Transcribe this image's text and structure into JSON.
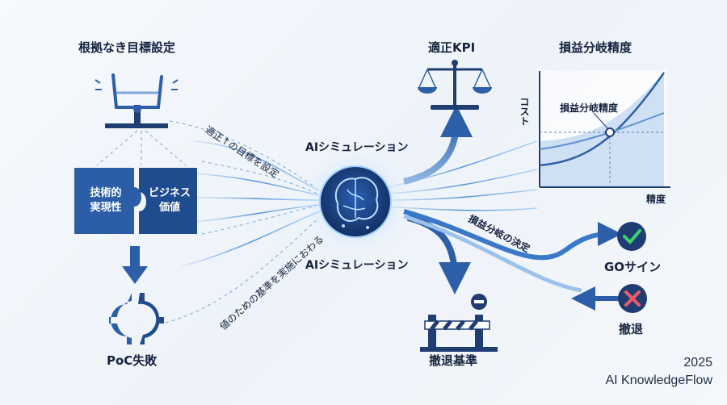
{
  "labels": {
    "target_setting": "根拠なき目標設定",
    "tech_feasibility_1": "技術的",
    "tech_feasibility_2": "実現性",
    "business_value_1": "ビジネス",
    "business_value_2": "価値",
    "poc_failure": "PoC失敗",
    "ai_sim_top": "AIシミュレーション",
    "ai_sim_bottom": "AIシミュレーション",
    "set_target": "適正↑の目標を設定",
    "business_value_curve": "値のための基準を実施におわる",
    "proper_kpi": "適正KPI",
    "breakeven_title": "損益分岐精度",
    "breakeven_point": "損益分岐精度",
    "cost_axis": "コスト",
    "accuracy_axis": "精度",
    "breakeven_decision": "損益分岐の決定",
    "withdraw_criteria": "撤退基準",
    "go_sign": "GOサイン",
    "withdraw": "撤退",
    "year": "2025",
    "brand": "AI KnowledgeFlow"
  },
  "colors": {
    "navy": "#1f3d73",
    "blue": "#2f66b3",
    "light_blue": "#7fb2e8",
    "go_green": "#2fbf5a",
    "stop_red": "#e0454f"
  }
}
